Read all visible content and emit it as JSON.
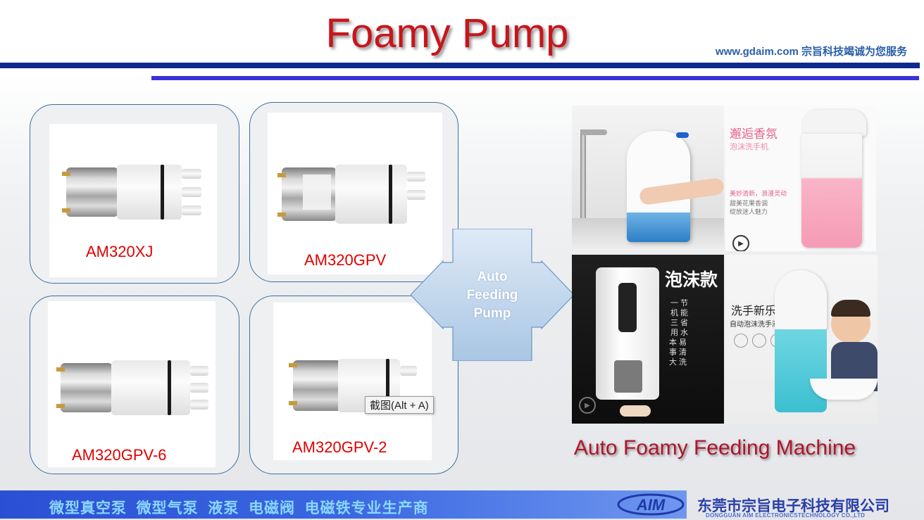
{
  "header": {
    "title": "Foamy Pump",
    "site": "www.gdaim.com 宗旨科技竭诚为您服务"
  },
  "products": [
    {
      "label": "AM320XJ"
    },
    {
      "label": "AM320GPV"
    },
    {
      "label": "AM320GPV-6"
    },
    {
      "label": "AM320GPV-2"
    }
  ],
  "center_arrow": {
    "line1": "Auto",
    "line2": "Feeding",
    "line3": "Pump"
  },
  "machines": {
    "title": "Auto Foamy Feeding Machine",
    "photo2_headline": "邂逅香氛",
    "photo2_sub": "泡沫洗手机",
    "photo2_tag1": "美妙清新，浪漫灵动",
    "photo2_tag2": "甜美花果香调",
    "photo2_tag3": "绽放迷人魅力",
    "photo3_headline": "泡沫款",
    "photo3_col1": "一机三用",
    "photo3_col2": "本事大",
    "photo3_col3": "节能省水",
    "photo3_col4": "易清洗",
    "photo4_headline": "洗手新乐趣",
    "photo4_sub": "自动泡沫洗手液机"
  },
  "tooltip": "截图(Alt + A)",
  "footer": {
    "services": "微型真空泵  微型气泵  液泵  电磁阀  电磁铁专业生产商",
    "company_cn": "东莞市宗旨电子科技有限公司",
    "company_en": "DONGGUAN AIM ELECTRONICSTECHNOLOGY CO.,LTD",
    "logo": "AIM"
  },
  "colors": {
    "title_red": "#c8151b",
    "label_red": "#e00000",
    "band_navy": "#0f2a8e",
    "band_blue": "#3a32d8",
    "footer_blue": "#3a67e2"
  }
}
